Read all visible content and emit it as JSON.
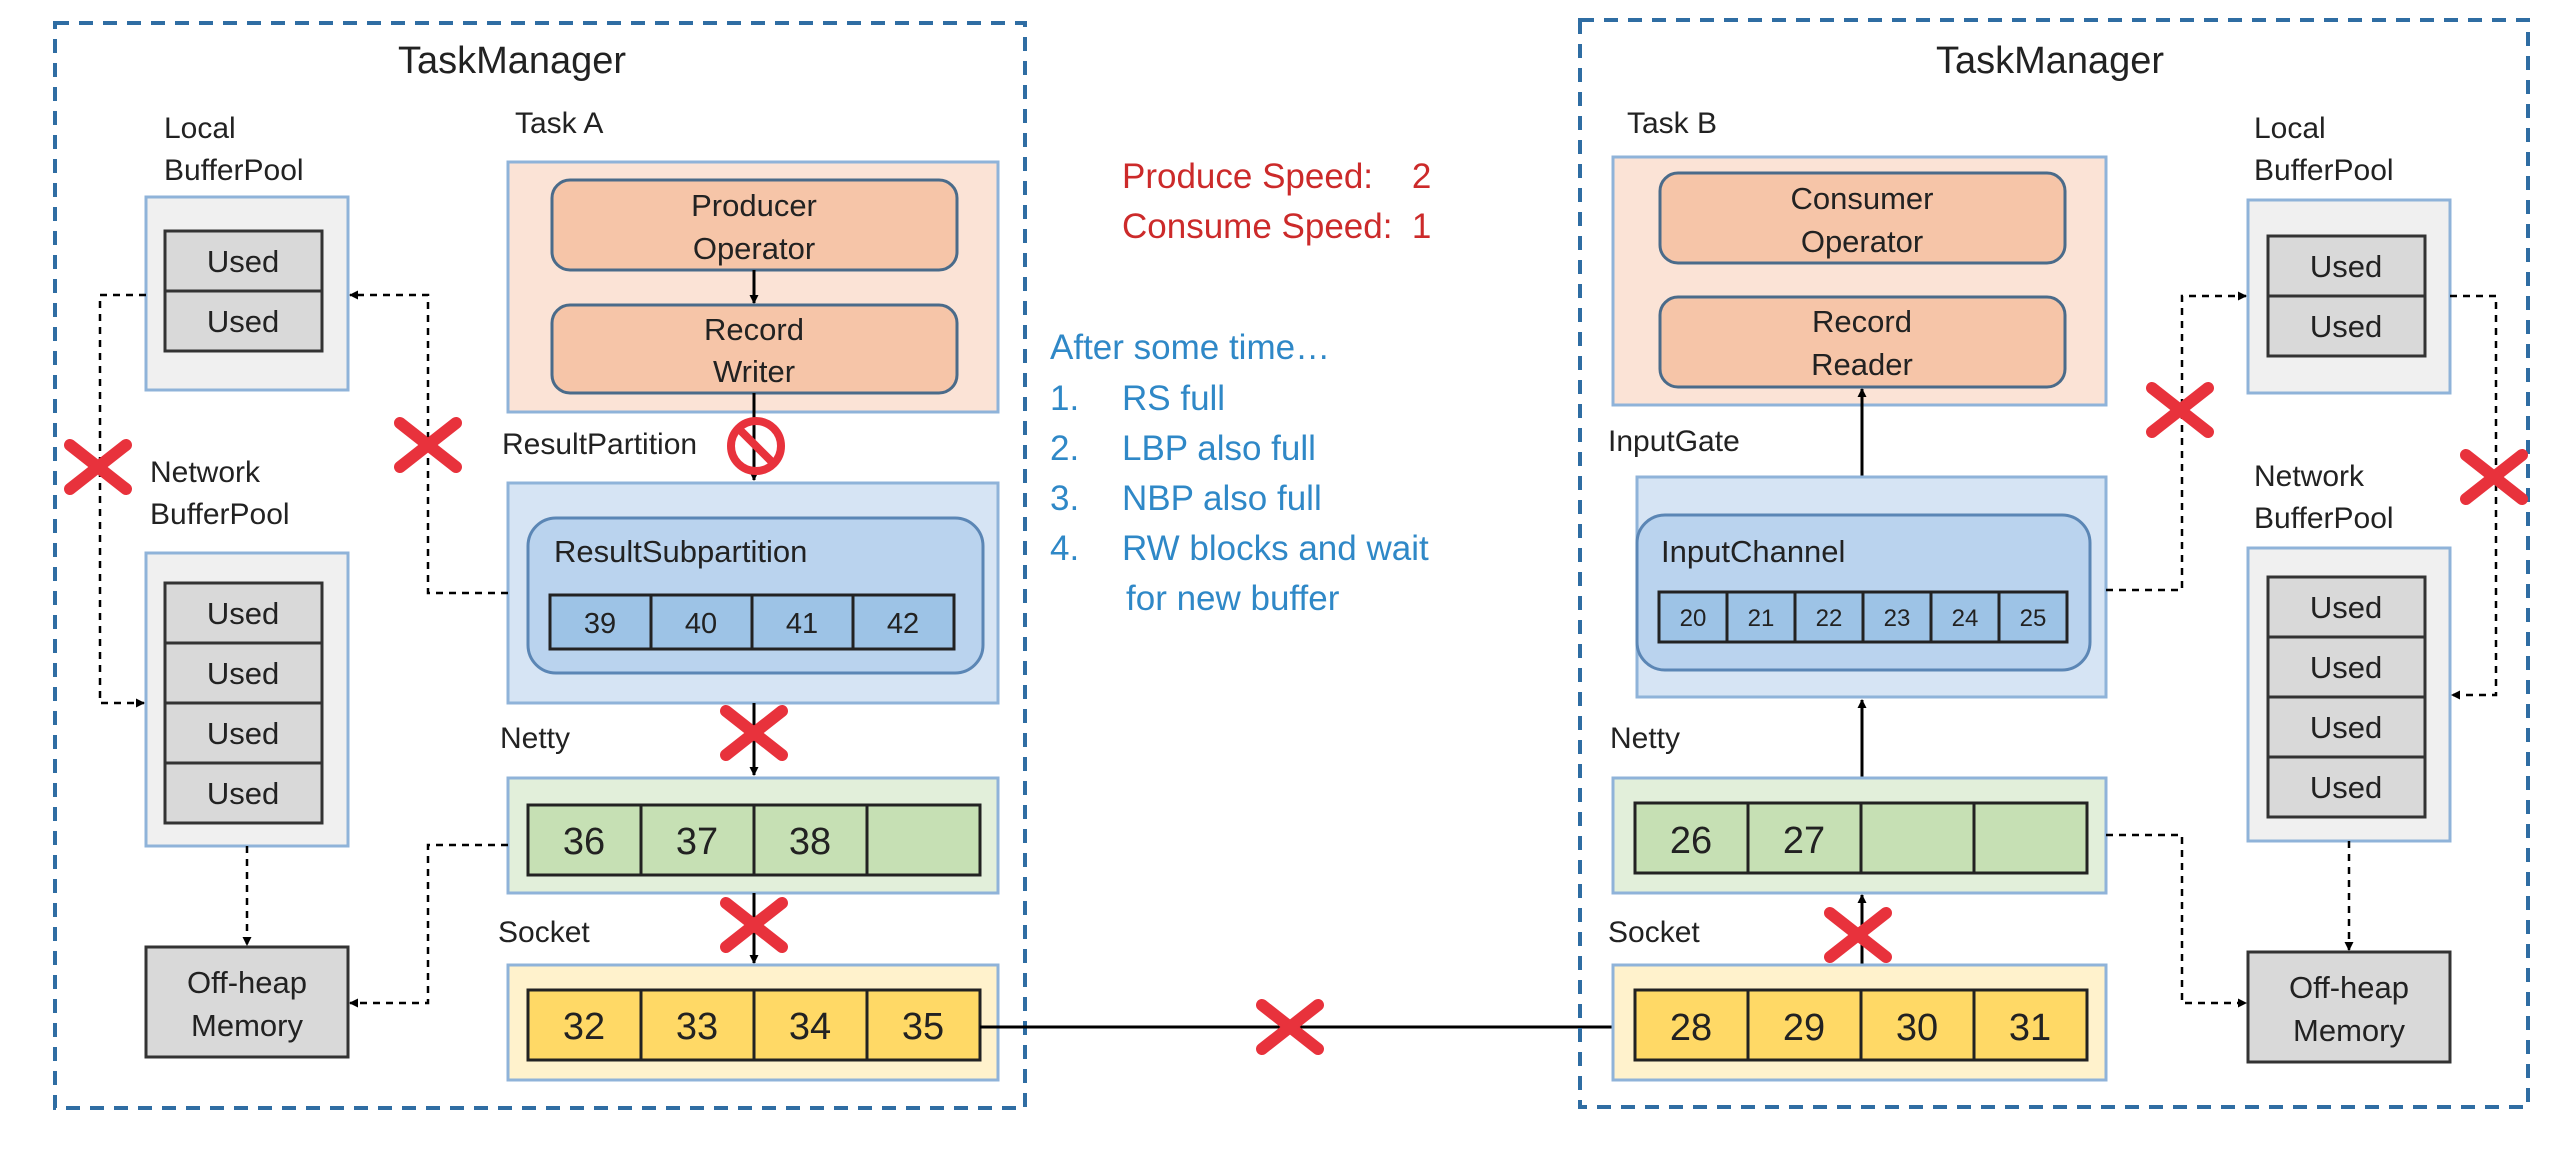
{
  "left": {
    "title": "TaskManager",
    "task_label": "Task A",
    "local_pool_label": [
      "Local",
      "BufferPool"
    ],
    "local_pool_slots": [
      "Used",
      "Used"
    ],
    "network_pool_label": [
      "Network",
      "BufferPool"
    ],
    "network_pool_slots": [
      "Used",
      "Used",
      "Used",
      "Used"
    ],
    "offheap_label": [
      "Off-heap",
      "Memory"
    ],
    "producer_operator": [
      "Producer",
      "Operator"
    ],
    "record_writer": [
      "Record",
      "Writer"
    ],
    "result_partition_label": "ResultPartition",
    "result_subpartition_label": "ResultSubpartition",
    "subpartition_cells": [
      "39",
      "40",
      "41",
      "42"
    ],
    "netty_label": "Netty",
    "netty_cells": [
      "36",
      "37",
      "38",
      ""
    ],
    "socket_label": "Socket",
    "socket_cells": [
      "32",
      "33",
      "34",
      "35"
    ]
  },
  "right": {
    "title": "TaskManager",
    "task_label": "Task B",
    "local_pool_label": [
      "Local",
      "BufferPool"
    ],
    "local_pool_slots": [
      "Used",
      "Used"
    ],
    "network_pool_label": [
      "Network",
      "BufferPool"
    ],
    "network_pool_slots": [
      "Used",
      "Used",
      "Used",
      "Used"
    ],
    "offheap_label": [
      "Off-heap",
      "Memory"
    ],
    "consumer_operator": [
      "Consumer",
      "Operator"
    ],
    "record_reader": [
      "Record",
      "Reader"
    ],
    "input_gate_label": "InputGate",
    "input_channel_label": "InputChannel",
    "channel_cells": [
      "20",
      "21",
      "22",
      "23",
      "24",
      "25"
    ],
    "netty_label": "Netty",
    "netty_cells": [
      "26",
      "27",
      "",
      ""
    ],
    "socket_label": "Socket",
    "socket_cells": [
      "28",
      "29",
      "30",
      "31"
    ]
  },
  "speeds": {
    "produce": "Produce Speed:    2",
    "consume": "Consume Speed:  1"
  },
  "notes": {
    "heading": "After some time…",
    "items": [
      {
        "num": "1.",
        "text": "RS full"
      },
      {
        "num": "2.",
        "text": "LBP also full"
      },
      {
        "num": "3.",
        "text": "NBP also full"
      },
      {
        "num": "4.",
        "text": "RW blocks and wait"
      }
    ],
    "continuation": "for new buffer"
  },
  "colors": {
    "dashed_border": "#2f6da3",
    "task_fill": "#fbe3d6",
    "operator_fill": "#f6c5a8",
    "blue_fill": "#d6e4f4",
    "blue_inner": "#bad3ee",
    "cell_blue": "#9dc3e6",
    "pool_fill": "#f0f0f0",
    "slot_fill": "#d9d9d9",
    "netty_fill": "#e2efda",
    "netty_cell": "#c6e0b4",
    "socket_fill": "#fff2cc",
    "socket_cell": "#ffd966",
    "block_mark": "#e8323c",
    "speed_text": "#cc2a2a",
    "note_text": "#2f88c7"
  },
  "icons": [
    "blocked-icon",
    "cross-mark-icon"
  ]
}
